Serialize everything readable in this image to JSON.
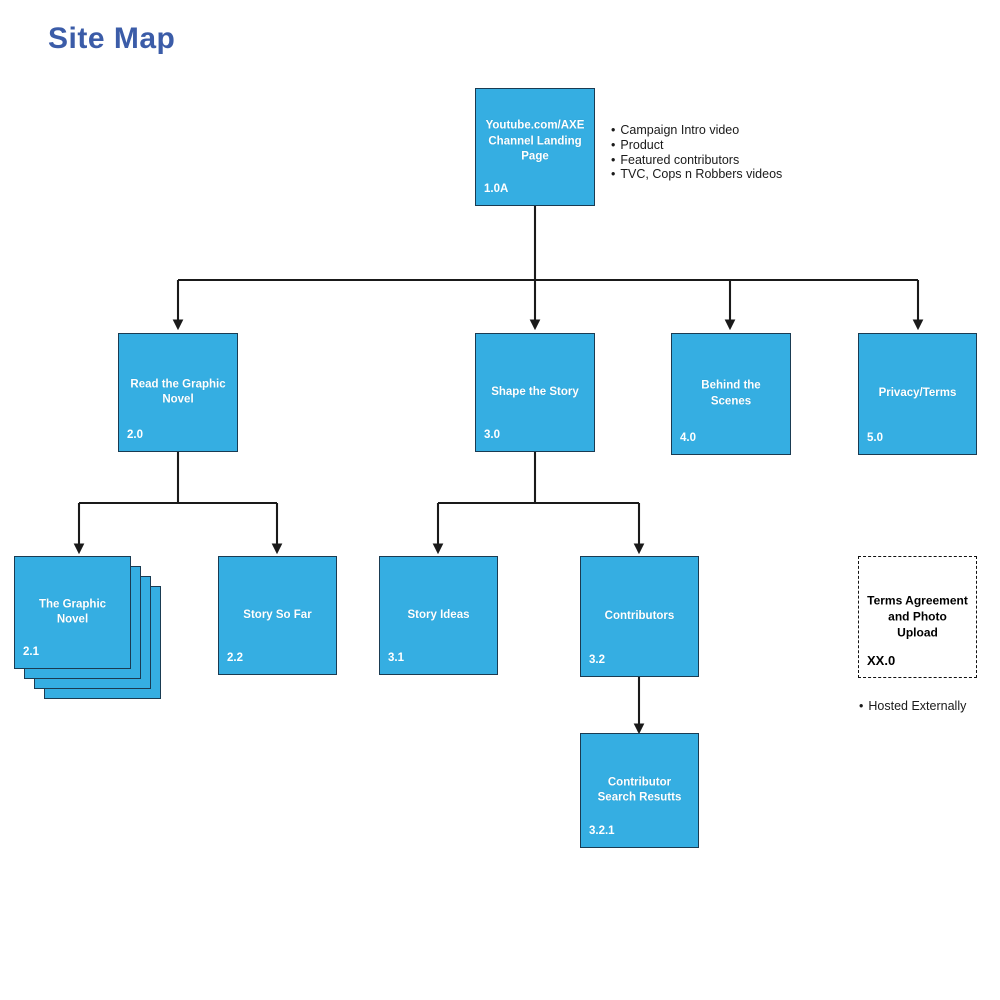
{
  "page": {
    "title": "Site Map",
    "title_color": "#3b5ca8",
    "node_fill": "#35aee2",
    "node_border": "#1a3b52",
    "connector_color": "#1a1a1a",
    "background": "#ffffff"
  },
  "nodes": {
    "root": {
      "label": "Youtube.com/AXE\nChannel Landing\nPage",
      "id": "1.0A"
    },
    "n20": {
      "label": "Read the Graphic\nNovel",
      "id": "2.0"
    },
    "n30": {
      "label": "Shape the Story",
      "id": "3.0"
    },
    "n40": {
      "label": "Behind the\nScenes",
      "id": "4.0"
    },
    "n50": {
      "label": "Privacy/Terms",
      "id": "5.0"
    },
    "n21": {
      "label": "The Graphic\nNovel",
      "id": "2.1"
    },
    "n22": {
      "label": "Story So Far",
      "id": "2.2"
    },
    "n31": {
      "label": "Story Ideas",
      "id": "3.1"
    },
    "n32": {
      "label": "Contributors",
      "id": "3.2"
    },
    "n321": {
      "label": "Contributor\nSearch Resutts",
      "id": "3.2.1"
    },
    "external": {
      "label": "Terms Agreement\nand Photo Upload",
      "id": "XX.0"
    }
  },
  "annotations": {
    "root_bullets": [
      "Campaign Intro video",
      "Product",
      "Featured contributors",
      "TVC, Cops n Robbers videos"
    ],
    "external_bullets": [
      "Hosted Externally"
    ]
  }
}
